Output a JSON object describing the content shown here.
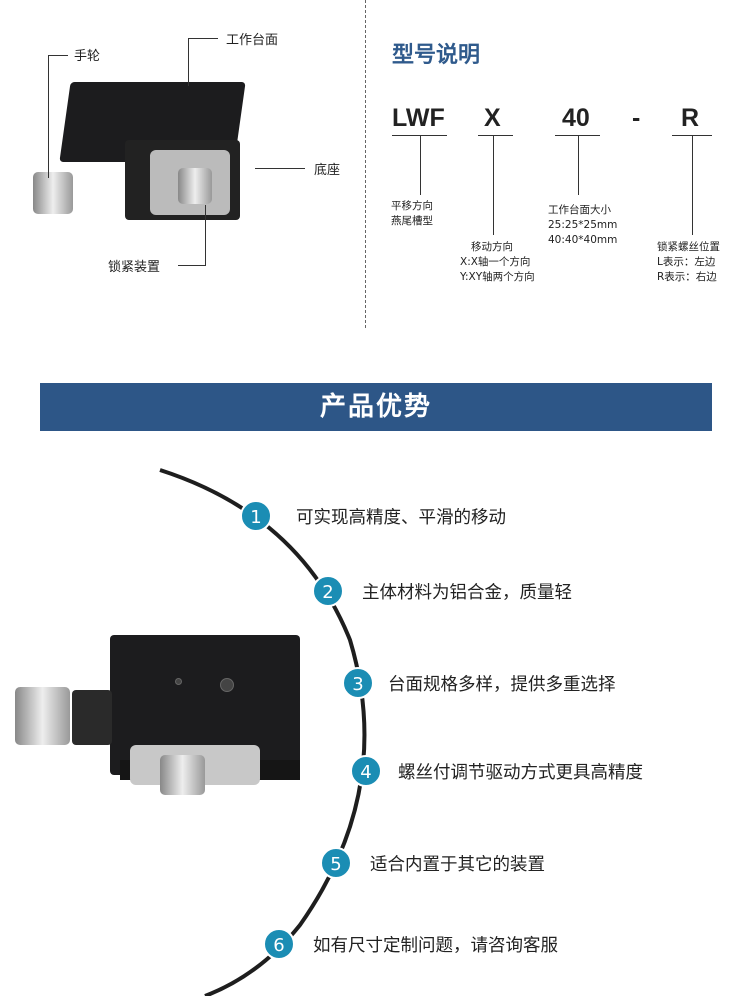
{
  "diagram": {
    "handwheel": "手轮",
    "table": "工作台面",
    "base": "底座",
    "lock": "锁紧装置"
  },
  "model": {
    "title": "型号说明",
    "codes": [
      "LWF",
      "X",
      "40",
      "-",
      "R"
    ],
    "desc1": [
      "平移方向",
      "燕尾槽型"
    ],
    "desc2": [
      "移动方向",
      "X:X轴一个方向",
      "Y:XY轴两个方向"
    ],
    "desc3": [
      "工作台面大小",
      "25:25*25mm",
      "40:40*40mm"
    ],
    "desc4": [
      "锁紧螺丝位置",
      "L表示：左边",
      "R表示：右边"
    ]
  },
  "banner": "产品优势",
  "features": [
    {
      "n": "1",
      "text": "可实现高精度、平滑的移动"
    },
    {
      "n": "2",
      "text": "主体材料为铝合金，质量轻"
    },
    {
      "n": "3",
      "text": "台面规格多样，提供多重选择"
    },
    {
      "n": "4",
      "text": "螺丝付调节驱动方式更具高精度"
    },
    {
      "n": "5",
      "text": "适合内置于其它的装置"
    },
    {
      "n": "6",
      "text": "如有尺寸定制问题，请咨询客服"
    }
  ],
  "colors": {
    "banner": "#2d5687",
    "badge": "#1b8db4",
    "title": "#2f5a8c"
  }
}
